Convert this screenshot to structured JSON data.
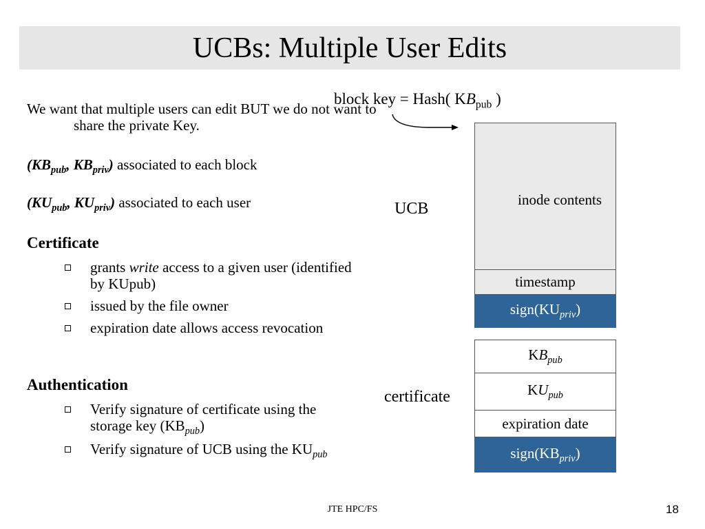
{
  "title": "UCBs: Multiple User Edits",
  "left": {
    "intro": "We want that multiple users can edit BUT we do not want to share the private Key.",
    "kb_pair": {
      "a": "KB",
      "a_sub": "pub",
      "b": "KB",
      "b_sub": "priv",
      "text": " associated to each block"
    },
    "ku_pair": {
      "a": "KU",
      "a_sub": "pub",
      "b": "KU",
      "b_sub": "priv",
      "text": " associated to each user"
    },
    "certificate_heading": "Certificate",
    "certificate_bullets": {
      "b1_pre": "grants ",
      "b1_em": "write",
      "b1_post": " access to a given user (identified by KUpub)",
      "b2": "issued by the file owner",
      "b3": "expiration date allows access revocation"
    },
    "authentication_heading": "Authentication",
    "auth_bullets": {
      "b1": "Verify signature of certificate using the storage key (KB",
      "b1_sub": "pub",
      "b1_end": ")",
      "b2": "Verify signature of UCB using the KU",
      "b2_sub": "pub"
    }
  },
  "diagram": {
    "block_key": {
      "pre": "block key = Hash( K",
      "em": "B",
      "sub": "pub",
      "post": " )"
    },
    "ucb_label": "UCB",
    "certificate_label": "certificate",
    "ucb_boxes": {
      "inode": "inode contents",
      "timestamp": "timestamp",
      "sign_pre": "sign(KU",
      "sign_sub": "priv",
      "sign_post": ")"
    },
    "cert_boxes": {
      "kb_pre": "K",
      "kb_em": "B",
      "kb_sub": "pub",
      "ku_pre": "K",
      "ku_em": "U",
      "ku_sub": "pub",
      "expiration": "expiration date",
      "sign_pre": "sign(KB",
      "sign_sub": "priv",
      "sign_post": ")"
    }
  },
  "footer": "JTE HPC/FS",
  "page_number": "18",
  "colors": {
    "accent_blue": "#2e6497",
    "title_bg": "#e6e6e6",
    "box_grey": "#eaeaea"
  }
}
